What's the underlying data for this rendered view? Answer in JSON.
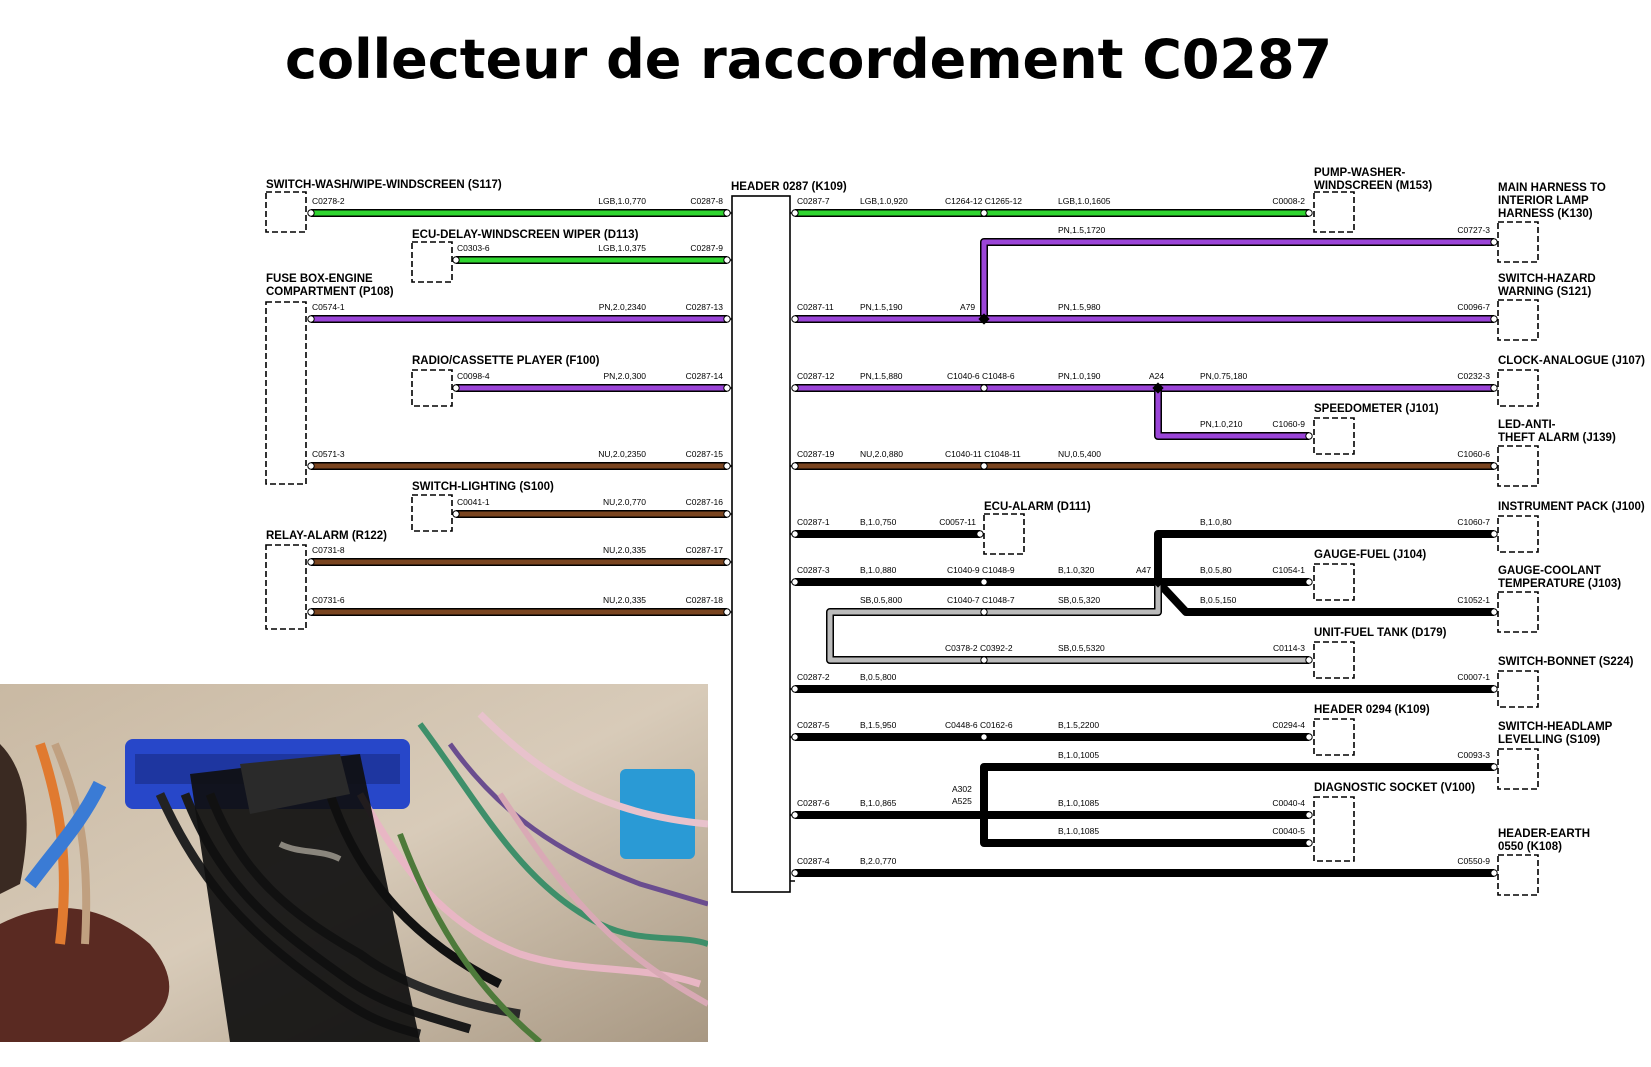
{
  "title": "collecteur de raccordement C0287",
  "header": {
    "label": "HEADER 0287 (K109)"
  },
  "colors": {
    "green": "#2fd52f",
    "purple": "#9b45d8",
    "brown": "#7a4520",
    "black": "#000000",
    "grey": "#bbbbbb"
  },
  "components": [
    {
      "id": "s117",
      "lines": [
        "SWITCH-WASH/WIPE-WINDSCREEN (S117)"
      ]
    },
    {
      "id": "d113",
      "lines": [
        "ECU-DELAY-WINDSCREEN WIPER (D113)"
      ]
    },
    {
      "id": "p108",
      "lines": [
        "FUSE BOX-ENGINE",
        "COMPARTMENT (P108)"
      ]
    },
    {
      "id": "f100",
      "lines": [
        "RADIO/CASSETTE PLAYER (F100)"
      ]
    },
    {
      "id": "s100",
      "lines": [
        "SWITCH-LIGHTING (S100)"
      ]
    },
    {
      "id": "r122",
      "lines": [
        "RELAY-ALARM (R122)"
      ]
    },
    {
      "id": "m153",
      "lines": [
        "PUMP-WASHER-",
        "WINDSCREEN (M153)"
      ]
    },
    {
      "id": "k130",
      "lines": [
        "MAIN HARNESS TO",
        "INTERIOR LAMP",
        "HARNESS (K130)"
      ]
    },
    {
      "id": "s121",
      "lines": [
        "SWITCH-HAZARD",
        "WARNING (S121)"
      ]
    },
    {
      "id": "j107",
      "lines": [
        "CLOCK-ANALOGUE (J107)"
      ]
    },
    {
      "id": "j101",
      "lines": [
        "SPEEDOMETER (J101)"
      ]
    },
    {
      "id": "j139",
      "lines": [
        "LED-ANTI-",
        "THEFT ALARM (J139)"
      ]
    },
    {
      "id": "d111",
      "lines": [
        "ECU-ALARM (D111)"
      ]
    },
    {
      "id": "j100",
      "lines": [
        "INSTRUMENT PACK (J100)"
      ]
    },
    {
      "id": "j104",
      "lines": [
        "GAUGE-FUEL (J104)"
      ]
    },
    {
      "id": "j103",
      "lines": [
        "GAUGE-COOLANT",
        "TEMPERATURE (J103)"
      ]
    },
    {
      "id": "d179",
      "lines": [
        "UNIT-FUEL TANK (D179)"
      ]
    },
    {
      "id": "s224",
      "lines": [
        "SWITCH-BONNET (S224)"
      ]
    },
    {
      "id": "k109b",
      "lines": [
        "HEADER 0294 (K109)"
      ]
    },
    {
      "id": "s109",
      "lines": [
        "SWITCH-HEADLAMP",
        "LEVELLING (S109)"
      ]
    },
    {
      "id": "v100",
      "lines": [
        "DIAGNOSTIC SOCKET (V100)"
      ]
    },
    {
      "id": "k108",
      "lines": [
        "HEADER-EARTH",
        "0550 (K108)"
      ]
    }
  ],
  "wire_labels": [
    "C0278-2",
    "LGB,1.0,770",
    "C0287-8",
    "C0303-6",
    "LGB,1.0,375",
    "C0287-9",
    "C0574-1",
    "PN,2.0,2340",
    "C0287-13",
    "C0098-4",
    "PN,2.0,300",
    "C0287-14",
    "C0571-3",
    "NU,2.0,2350",
    "C0287-15",
    "C0041-1",
    "NU,2.0,770",
    "C0287-16",
    "C0731-8",
    "NU,2.0,335",
    "C0287-17",
    "C0731-6",
    "NU,2.0,335",
    "C0287-18",
    "C0287-7",
    "LGB,1.0,920",
    "C1264-12 C1265-12",
    "LGB,1.0,1605",
    "C0008-2",
    "PN,1.5,1720",
    "C0727-3",
    "C0287-11",
    "PN,1.5,190",
    "A79",
    "PN,1.5,980",
    "C0096-7",
    "C0287-12",
    "PN,1.5,880",
    "C1040-6 C1048-6",
    "PN,1.0,190",
    "A24",
    "PN,0.75,180",
    "C0232-3",
    "PN,1.0,210",
    "C1060-9",
    "C0287-19",
    "NU,2.0,880",
    "C1040-11 C1048-11",
    "NU,0.5,400",
    "C1060-6",
    "C0287-1",
    "B,1.0,750",
    "C0057-11",
    "B,1.0,80",
    "C1060-7",
    "C0287-3",
    "B,1.0,880",
    "C1040-9 C1048-9",
    "B,1.0,320",
    "A47",
    "B,0.5,80",
    "C1054-1",
    "SB,0.5,800",
    "C1040-7 C1048-7",
    "SB,0.5,320",
    "B,0.5,150",
    "C1052-1",
    "C0378-2 C0392-2",
    "SB,0.5,5320",
    "C0114-3",
    "C0287-2",
    "B,0.5,800",
    "C0007-1",
    "C0287-5",
    "B,1.5,950",
    "C0448-6 C0162-6",
    "B,1.5,2200",
    "C0294-4",
    "B,1.0,1005",
    "C0093-3",
    "A302",
    "A525",
    "C0287-6",
    "B,1.0,865",
    "B,1.0,1085",
    "C0040-4",
    "B,1.0,1085",
    "C0040-5",
    "C0287-4",
    "B,2.0,770",
    "C0550-9"
  ]
}
